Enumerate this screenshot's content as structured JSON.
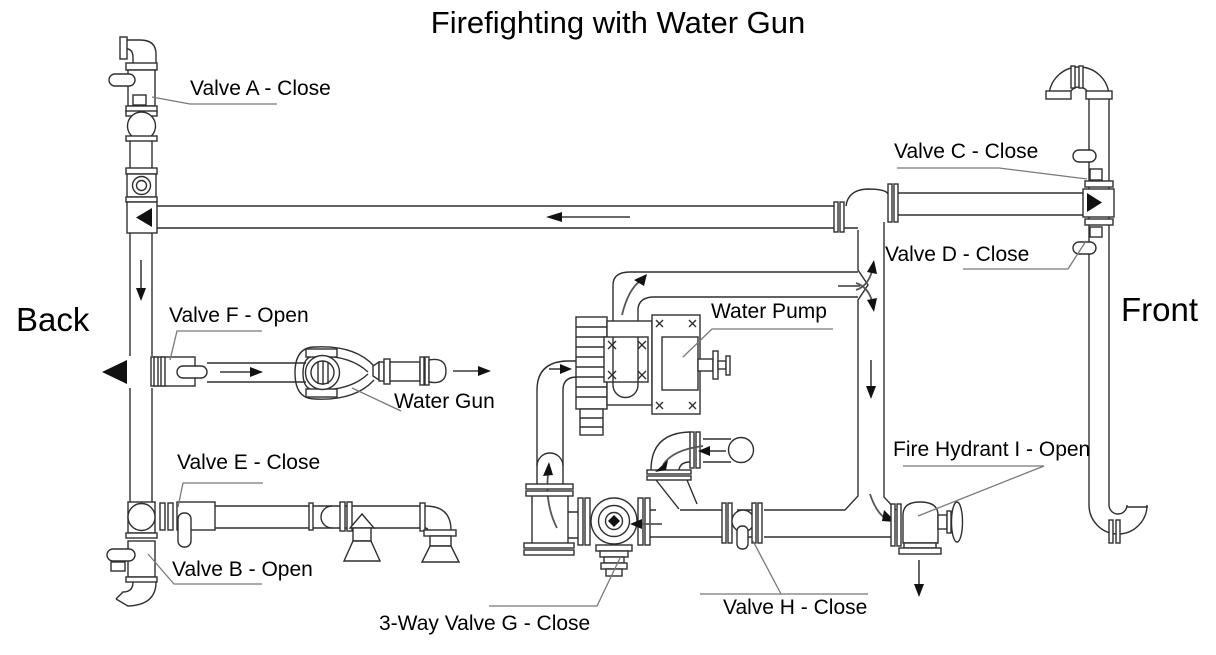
{
  "diagram": {
    "title": "Firefighting with Water Gun",
    "orientation": {
      "left": "Back",
      "right": "Front"
    },
    "labels": {
      "valve_a": "Valve A - Close",
      "valve_b": "Valve B - Open",
      "valve_c": "Valve C - Close",
      "valve_d": "Valve D - Close",
      "valve_e": "Valve E - Close",
      "valve_f": "Valve F - Open",
      "valve_g": "3-Way Valve G - Close",
      "valve_h": "Valve H - Close",
      "fire_hydrant_i": "Fire Hydrant I - Open",
      "water_pump": "Water Pump",
      "water_gun": "Water Gun"
    },
    "colors": {
      "line": "#2f2f2f",
      "leader": "#787878",
      "text": "#000000",
      "background": "#ffffff"
    }
  }
}
